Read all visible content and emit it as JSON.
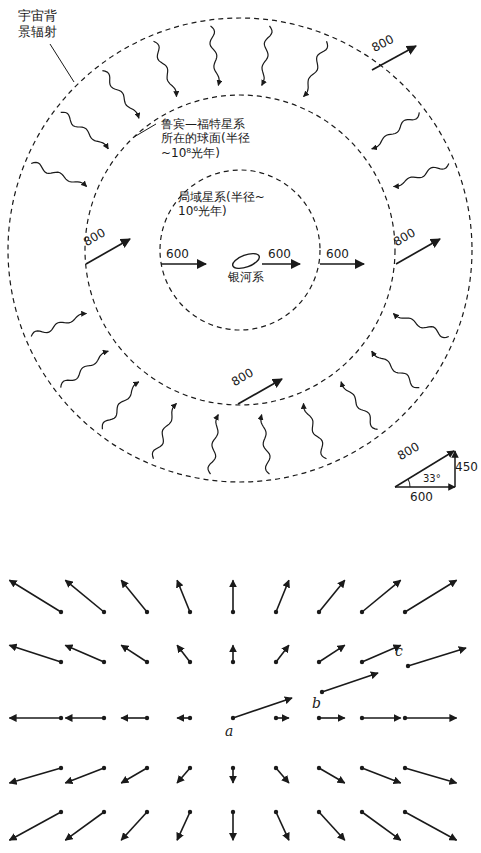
{
  "diagram": {
    "nodes": [
      {
        "text": [
          "宇宙背景辐射"
        ]
      },
      {
        "text": [
          "鲁宾—福特星系所在的球面(半径~10⁸光年)"
        ],
        "in": 0
      },
      {
        "text": [
          "局域星系(半径~10⁶光年)"
        ],
        "in": 1
      },
      {
        "text": [
          "银河系"
        ],
        "in": 2
      }
    ],
    "labels": [
      "800",
      "800",
      "800",
      "800",
      "600",
      "600",
      "600",
      "800",
      "33°",
      "450",
      "600",
      "a",
      "b",
      "c"
    ]
  }
}
